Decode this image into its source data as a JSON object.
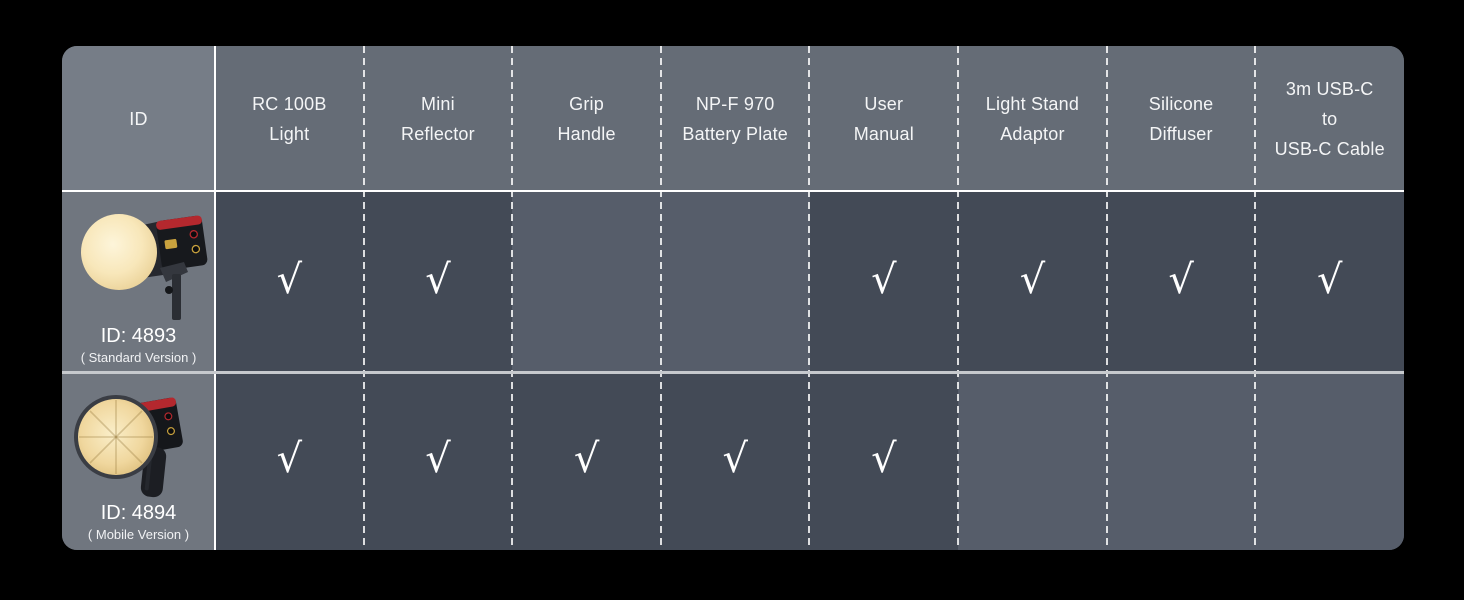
{
  "page": {
    "background_color": "#000000"
  },
  "chart_data": {
    "type": "table",
    "title": "",
    "check_glyph": "√",
    "columns": [
      {
        "id": "id",
        "label": "ID",
        "label_lines": [
          "ID"
        ]
      },
      {
        "id": "rc-100b-light",
        "label": "RC 100B Light",
        "label_lines": [
          "RC 100B",
          "Light"
        ]
      },
      {
        "id": "mini-reflector",
        "label": "Mini Reflector",
        "label_lines": [
          "Mini",
          "Reflector"
        ]
      },
      {
        "id": "grip-handle",
        "label": "Grip Handle",
        "label_lines": [
          "Grip",
          "Handle"
        ]
      },
      {
        "id": "np-f-970-battery-plate",
        "label": "NP-F 970 Battery Plate",
        "label_lines": [
          "NP-F 970",
          "Battery Plate"
        ]
      },
      {
        "id": "user-manual",
        "label": "User Manual",
        "label_lines": [
          "User",
          "Manual"
        ]
      },
      {
        "id": "light-stand-adaptor",
        "label": "Light Stand Adaptor",
        "label_lines": [
          "Light Stand",
          "Adaptor"
        ]
      },
      {
        "id": "silicone-diffuser",
        "label": "Silicone Diffuser",
        "label_lines": [
          "Silicone",
          "Diffuser"
        ]
      },
      {
        "id": "usb-c-cable",
        "label": "3m USB-C to USB-C Cable",
        "label_lines": [
          "3m USB-C",
          "to",
          "USB-C Cable"
        ]
      }
    ],
    "rows": [
      {
        "id_label": "ID: 4893",
        "version_label": "( Standard Version )",
        "image": "light-with-dome-diffuser",
        "included": {
          "rc-100b-light": true,
          "mini-reflector": true,
          "grip-handle": false,
          "np-f-970-battery-plate": false,
          "user-manual": true,
          "light-stand-adaptor": true,
          "silicone-diffuser": true,
          "usb-c-cable": true
        }
      },
      {
        "id_label": "ID: 4894",
        "version_label": "( Mobile Version )",
        "image": "light-with-reflector-and-grip",
        "included": {
          "rc-100b-light": true,
          "mini-reflector": true,
          "grip-handle": true,
          "np-f-970-battery-plate": true,
          "user-manual": true,
          "light-stand-adaptor": false,
          "silicone-diffuser": false,
          "usb-c-cable": false
        }
      }
    ],
    "colors": {
      "header_id_bg": "#767d87",
      "header_bg": "#656c76",
      "id_cell_bg": "#70767f",
      "checked_cell_bg": "#434a56",
      "empty_cell_bg": "#565d6a",
      "check_color": "#ffffff",
      "accent_red": "#b4282e",
      "warm_glow": "#f6e3b0"
    }
  }
}
